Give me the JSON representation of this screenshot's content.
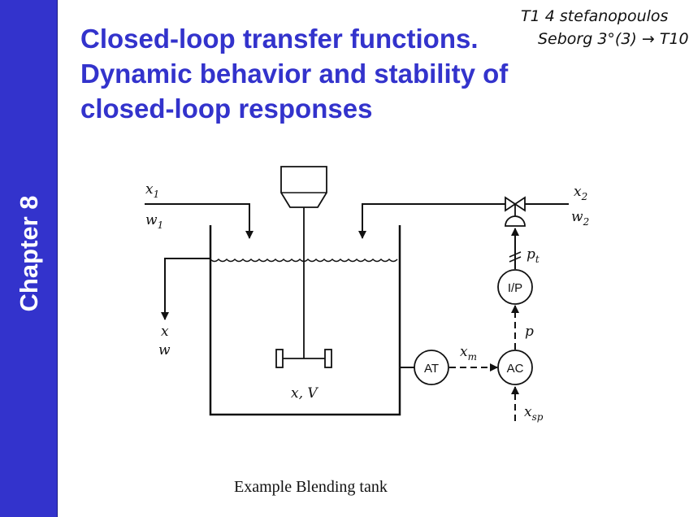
{
  "sidebar": {
    "label": "Chapter 8",
    "color": "#3333cc"
  },
  "title": {
    "lines": [
      "Closed-loop transfer functions.",
      "Dynamic behavior and stability of",
      "closed-loop responses"
    ],
    "color": "#3333cc"
  },
  "handwritten_note": {
    "line1": "T1 4 stefanopoulos",
    "line2": "Seborg 3°(3) → T10"
  },
  "diagram": {
    "inlet1": {
      "var": "x",
      "var_sub": "1",
      "flow": "w",
      "flow_sub": "1"
    },
    "inlet2": {
      "var": "x",
      "var_sub": "2",
      "flow": "w",
      "flow_sub": "2"
    },
    "outlet": {
      "var": "x",
      "flow": "w"
    },
    "tank_contents": "x, V",
    "analyzer_transmitter": "AT",
    "controller": "AC",
    "converter": "I/P",
    "measured_signal": {
      "var": "x",
      "sub": "m"
    },
    "controller_output": "p",
    "pneumatic_signal": {
      "var": "p",
      "sub": "t"
    },
    "setpoint": {
      "var": "x",
      "sub": "sp"
    }
  },
  "caption": "Example Blending tank"
}
